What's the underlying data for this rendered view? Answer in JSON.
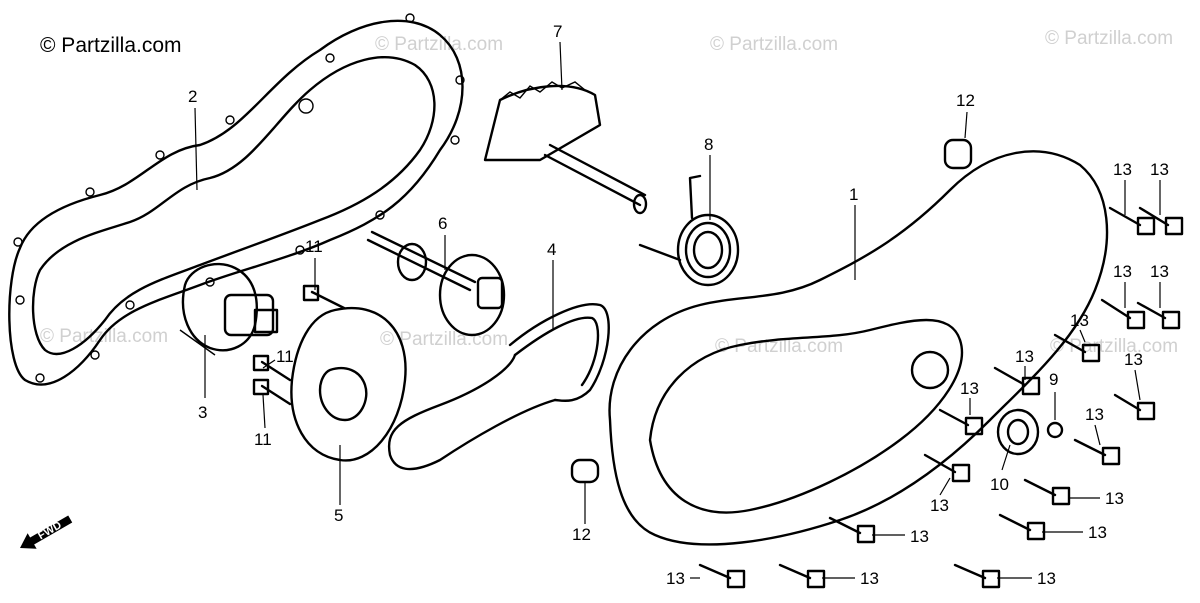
{
  "copyright": "© Partzilla.com",
  "watermark": "© Partzilla.com",
  "fwd_label": "FWD",
  "callouts": {
    "c1": "1",
    "c2": "2",
    "c3": "3",
    "c4": "4",
    "c5": "5",
    "c6": "6",
    "c7": "7",
    "c8": "8",
    "c9": "9",
    "c10": "10",
    "c11a": "11",
    "c11b": "11",
    "c11c": "11",
    "c12a": "12",
    "c12b": "12",
    "c13a": "13",
    "c13b": "13",
    "c13c": "13",
    "c13d": "13",
    "c13e": "13",
    "c13f": "13",
    "c13g": "13",
    "c13h": "13",
    "c13i": "13",
    "c13j": "13",
    "c13k": "13",
    "c13l": "13",
    "c13m": "13",
    "c13n": "13",
    "c13o": "13",
    "c13p": "13"
  }
}
